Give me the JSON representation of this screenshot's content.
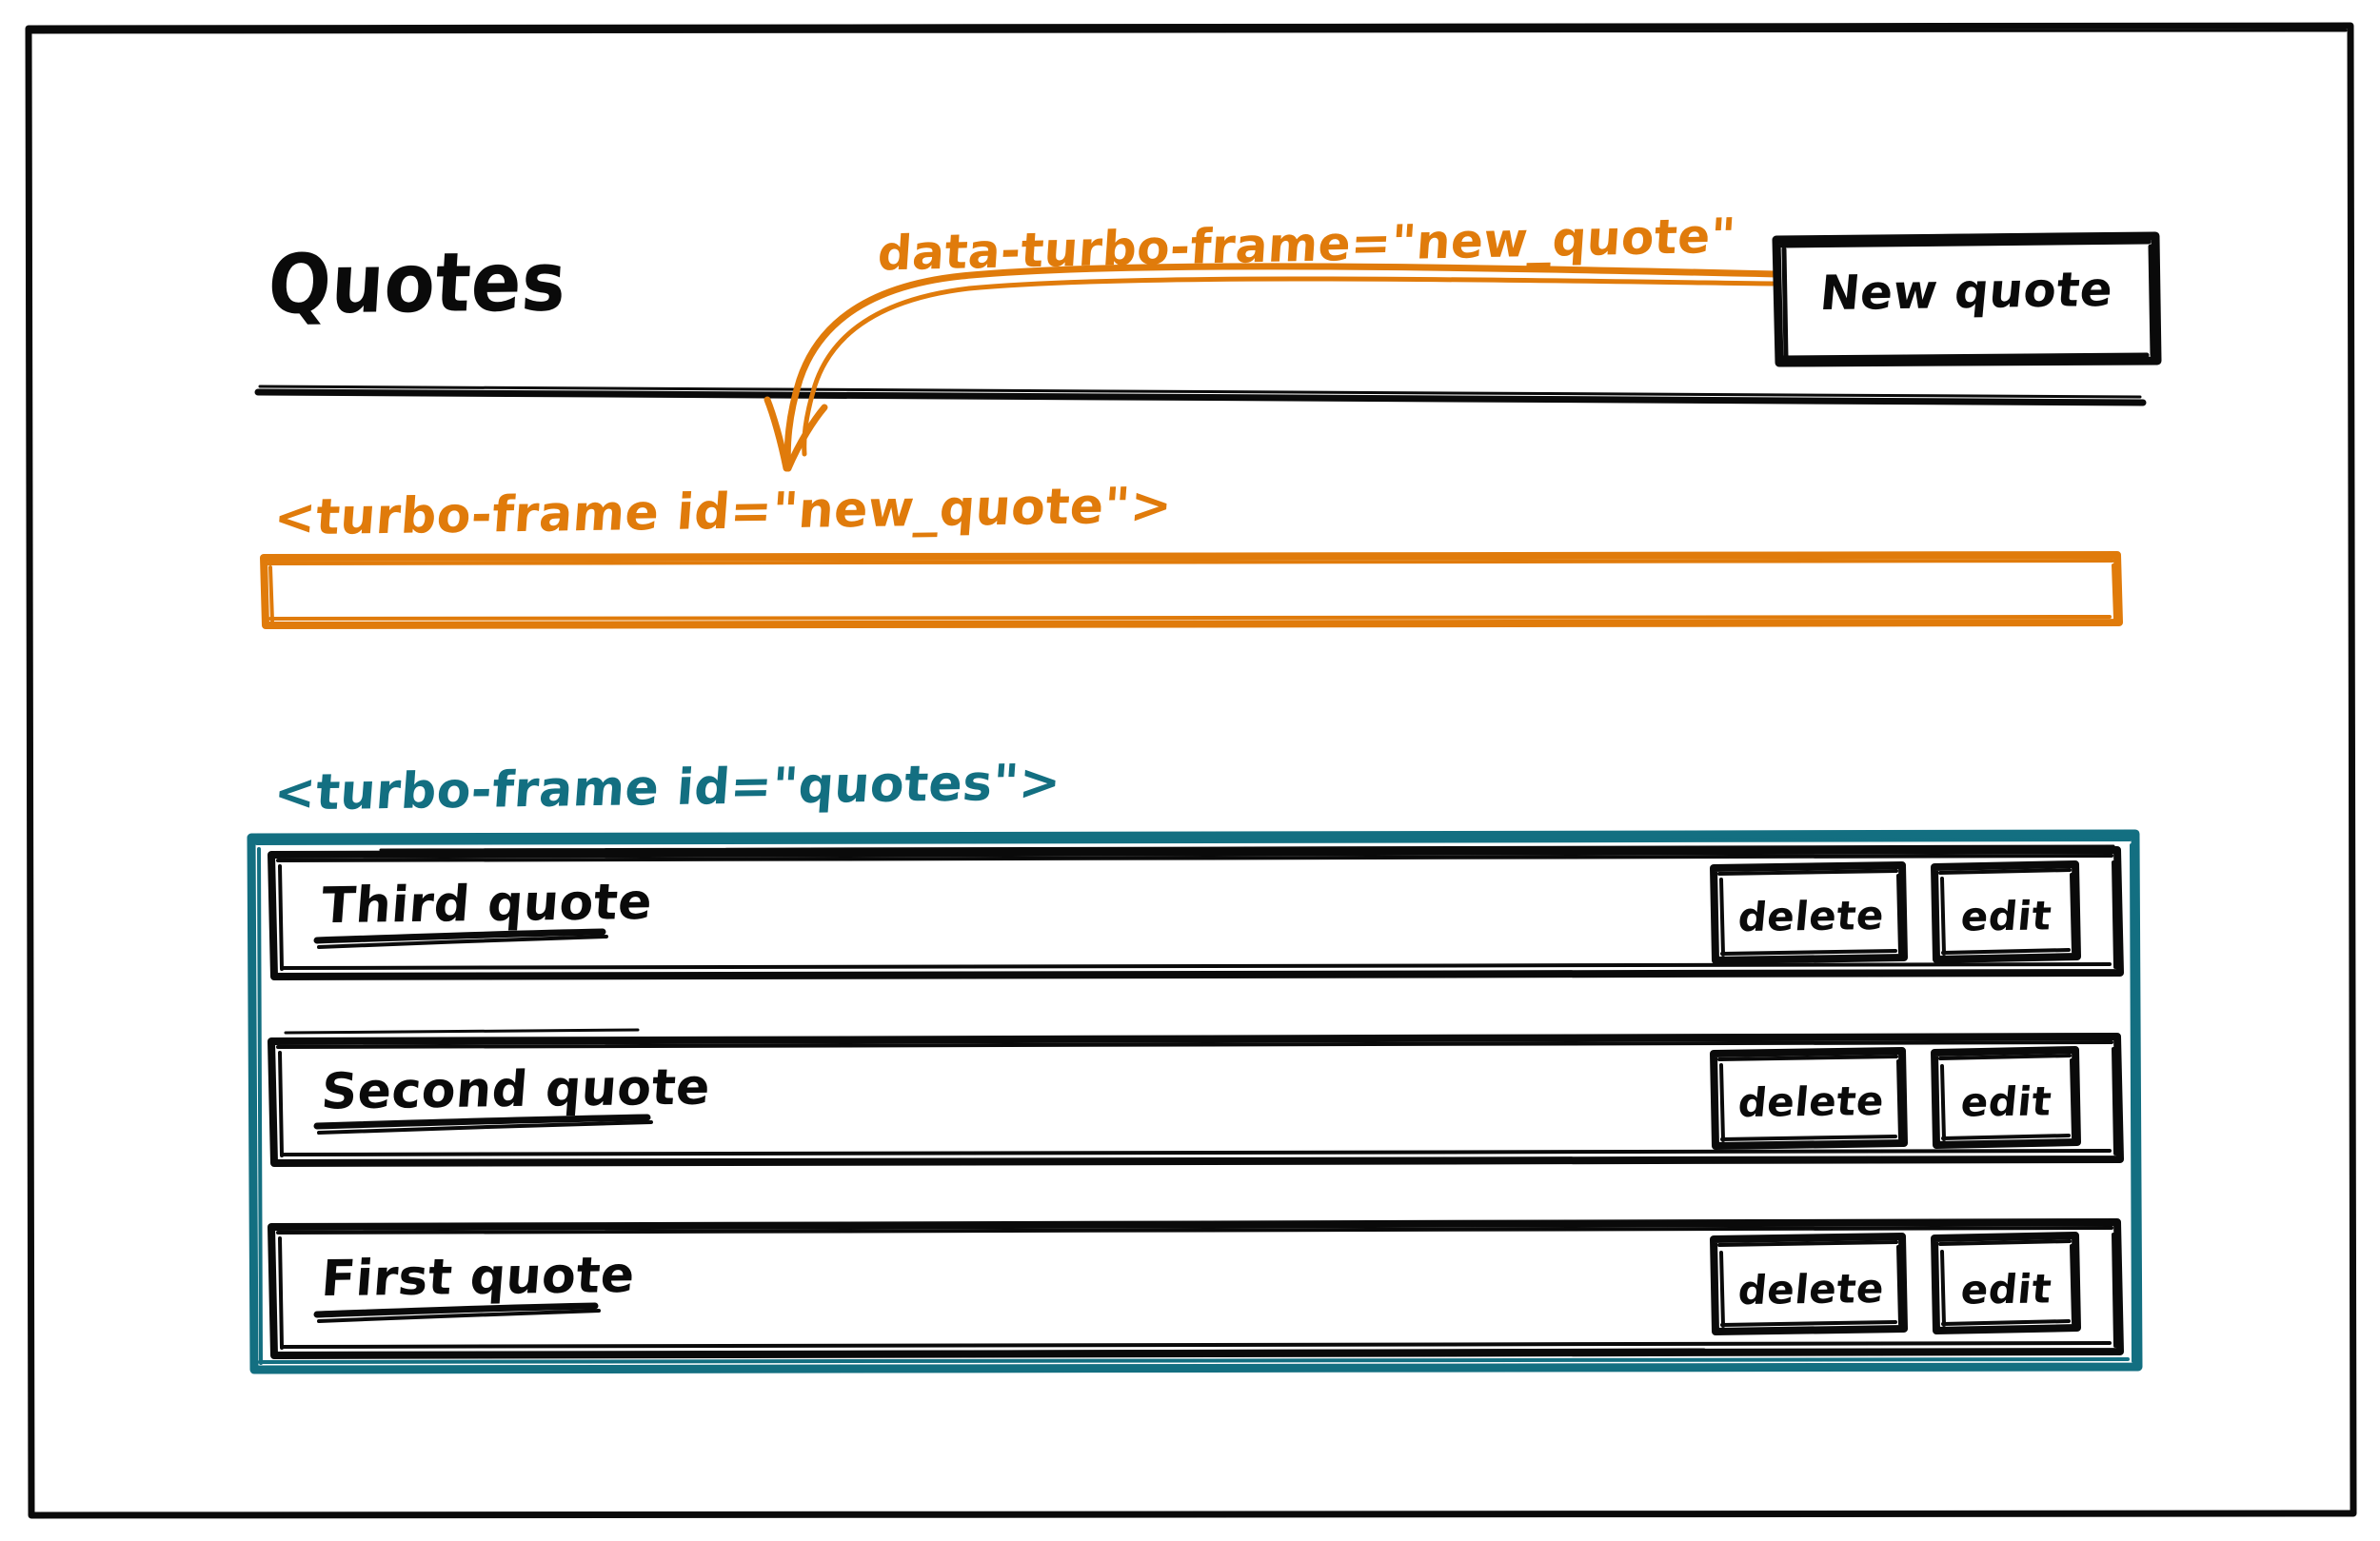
{
  "page": {
    "title": "Quotes",
    "style": "hand-drawn-wireframe",
    "colors": {
      "ink": "#0a0a0a",
      "annotation_orange": "#E07B0B",
      "frame_teal": "#136F81",
      "background": "#ffffff"
    }
  },
  "header": {
    "heading": "Quotes",
    "annotation": "data-turbo-frame=\"new_quote\"",
    "new_quote_button": "New quote"
  },
  "new_quote_frame": {
    "label": "<turbo-frame id=\"new_quote\">",
    "content": ""
  },
  "quotes_frame": {
    "label": "<turbo-frame id=\"quotes\">",
    "rows": [
      {
        "title": "Third quote",
        "delete_label": "delete",
        "edit_label": "edit"
      },
      {
        "title": "Second quote",
        "delete_label": "delete",
        "edit_label": "edit"
      },
      {
        "title": "First quote",
        "delete_label": "delete",
        "edit_label": "edit"
      }
    ]
  }
}
